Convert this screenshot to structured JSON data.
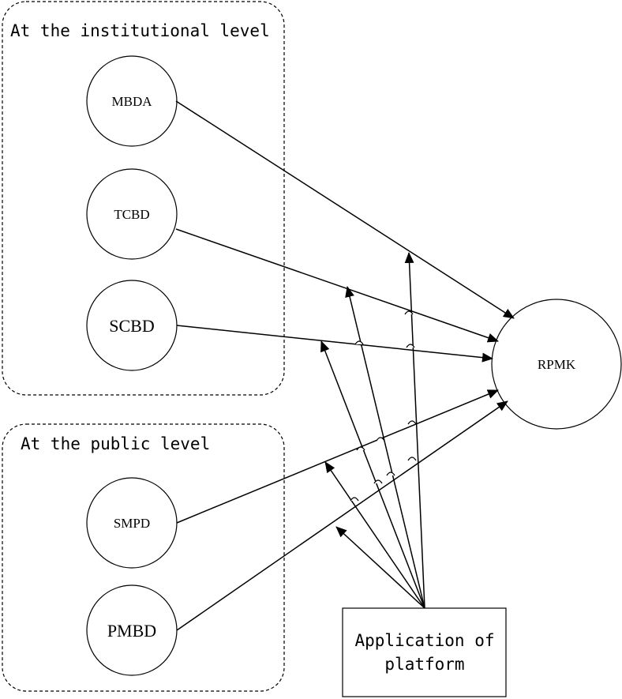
{
  "groups": {
    "institutional": {
      "label": "At the institutional level"
    },
    "public": {
      "label": "At the public level"
    }
  },
  "nodes": {
    "mbda": "MBDA",
    "tcbd": "TCBD",
    "scbd": "SCBD",
    "smpd": "SMPD",
    "pmbd": "PMBD",
    "rpmk": "RPMK"
  },
  "platform": {
    "line1": "Application of",
    "line2": "platform"
  }
}
